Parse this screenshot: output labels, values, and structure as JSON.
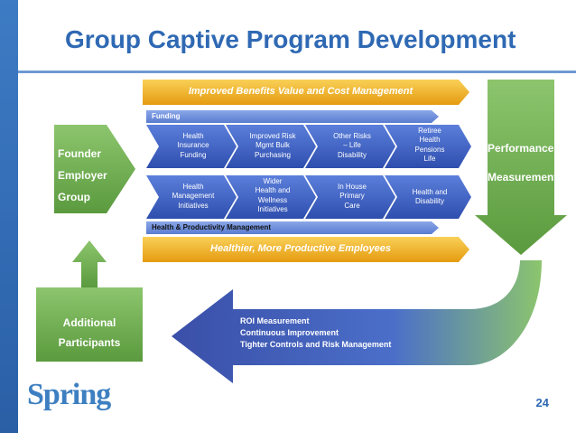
{
  "title": "Group Captive Program Development",
  "top_banner": "Improved Benefits Value and Cost Management",
  "funding_label": "Funding",
  "funding_row": [
    "Health\nInsurance\nFunding",
    "Improved Risk\nMgmt  Bulk\nPurchasing",
    "Other Risks\n– Life\nDisability",
    "Retiree\nHealth\nPensions\nLife"
  ],
  "health_row": [
    "Health\nManagement\nInitiatives",
    "Wider\nHealth and\nWellness\nInitiatives",
    "In House\nPrimary\nCare",
    "Health and\nDisability"
  ],
  "hpm_label": "Health & Productivity Management",
  "bottom_banner": "Healthier, More Productive Employees",
  "founder": {
    "line1": "Founder",
    "line2": "Employer",
    "line3": "Group"
  },
  "performance": {
    "line1": "Performance",
    "line2": "Measurement"
  },
  "additional": {
    "line1": "Additional",
    "line2": "Participants"
  },
  "roi": {
    "line1": "ROI Measurement",
    "line2": "Continuous Improvement",
    "line3": "Tighter Controls and Risk Management"
  },
  "page_number": "24",
  "logo": "Spring",
  "colors": {
    "blue": "#2f69b3",
    "green": "#6aa84f",
    "orange": "#f1a81a",
    "chevron": "#3f63c4"
  }
}
